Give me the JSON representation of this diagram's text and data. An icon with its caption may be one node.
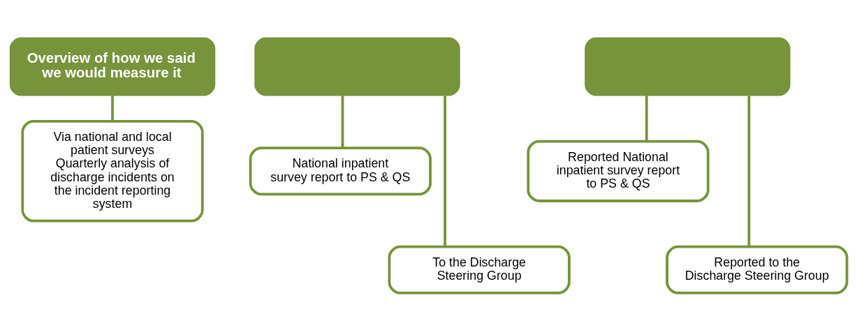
{
  "diagram": {
    "nodes": [
      {
        "text": [
          "Overview of how we said we would measure it"
        ]
      },
      {
        "text": [
          "Via national and local patient surveys",
          "Quarterly analysis of discharge incidents on the incident reporting system"
        ]
      },
      {
        "text": [],
        "shape": "box"
      },
      {
        "text": [
          "National inpatient survey report to PS & QS"
        ]
      },
      {
        "text": [
          "To the Discharge Steering Group"
        ]
      },
      {
        "text": [],
        "shape": "box"
      },
      {
        "text": [
          "Reported National inpatient survey report to PS & QS"
        ]
      },
      {
        "text": [
          "Reported to the Discharge Steering Group"
        ]
      }
    ],
    "edges": [
      {
        "from": 0,
        "to": 1,
        "arrow": "none"
      },
      {
        "from": 2,
        "to": 3,
        "arrow": "none"
      },
      {
        "from": 2,
        "to": 4,
        "arrow": "none"
      },
      {
        "from": 5,
        "to": 6,
        "arrow": "none"
      },
      {
        "from": 5,
        "to": 7,
        "arrow": "none"
      }
    ]
  }
}
